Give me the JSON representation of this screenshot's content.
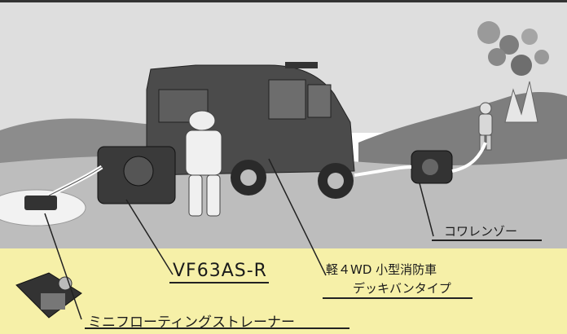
{
  "labels": {
    "model": "VF63AS-R",
    "truck_line1": "軽４WD 小型消防車",
    "truck_line2": "デッキバンタイプ",
    "pump": "コワレンゾー",
    "strainer": "ミニフローティングストレーナー"
  },
  "colors": {
    "sky": "#dcdcdc",
    "hills": "#8a8a8a",
    "ground": "#b9b9b9",
    "bottom_band": "#f6f0a8",
    "vehicle": "#4a4a4a",
    "water": "#ffffff"
  }
}
